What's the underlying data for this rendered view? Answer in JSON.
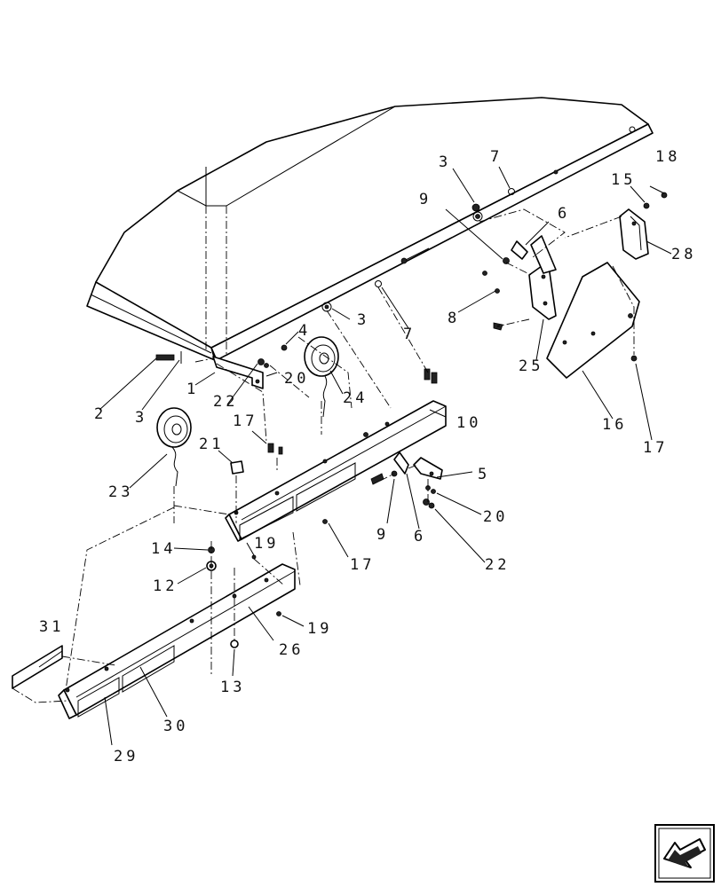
{
  "callouts": [
    {
      "id": "c-3-top",
      "text": "3"
    },
    {
      "id": "c-7-top",
      "text": "7"
    },
    {
      "id": "c-18",
      "text": "18"
    },
    {
      "id": "c-15",
      "text": "15"
    },
    {
      "id": "c-9-top",
      "text": "9"
    },
    {
      "id": "c-6-top",
      "text": "6"
    },
    {
      "id": "c-28",
      "text": "28"
    },
    {
      "id": "c-8",
      "text": "8"
    },
    {
      "id": "c-3-mid",
      "text": "3"
    },
    {
      "id": "c-7-mid",
      "text": "7"
    },
    {
      "id": "c-4",
      "text": "4"
    },
    {
      "id": "c-25",
      "text": "25"
    },
    {
      "id": "c-2",
      "text": "2"
    },
    {
      "id": "c-1",
      "text": "1"
    },
    {
      "id": "c-20-top",
      "text": "20"
    },
    {
      "id": "c-3-left",
      "text": "3"
    },
    {
      "id": "c-22-top",
      "text": "22"
    },
    {
      "id": "c-24",
      "text": "24"
    },
    {
      "id": "c-16",
      "text": "16"
    },
    {
      "id": "c-10",
      "text": "10"
    },
    {
      "id": "c-17-right",
      "text": "17"
    },
    {
      "id": "c-17-left",
      "text": "17"
    },
    {
      "id": "c-21",
      "text": "21"
    },
    {
      "id": "c-5",
      "text": "5"
    },
    {
      "id": "c-23",
      "text": "23"
    },
    {
      "id": "c-9-low",
      "text": "9"
    },
    {
      "id": "c-6-low",
      "text": "6"
    },
    {
      "id": "c-20-low",
      "text": "20"
    },
    {
      "id": "c-14",
      "text": "14"
    },
    {
      "id": "c-19-top",
      "text": "19"
    },
    {
      "id": "c-17-mid",
      "text": "17"
    },
    {
      "id": "c-22-low",
      "text": "22"
    },
    {
      "id": "c-12",
      "text": "12"
    },
    {
      "id": "c-31",
      "text": "31"
    },
    {
      "id": "c-19-low",
      "text": "19"
    },
    {
      "id": "c-26",
      "text": "26"
    },
    {
      "id": "c-13",
      "text": "13"
    },
    {
      "id": "c-30",
      "text": "30"
    },
    {
      "id": "c-29",
      "text": "29"
    }
  ],
  "nav_icon": "return-arrow-icon"
}
